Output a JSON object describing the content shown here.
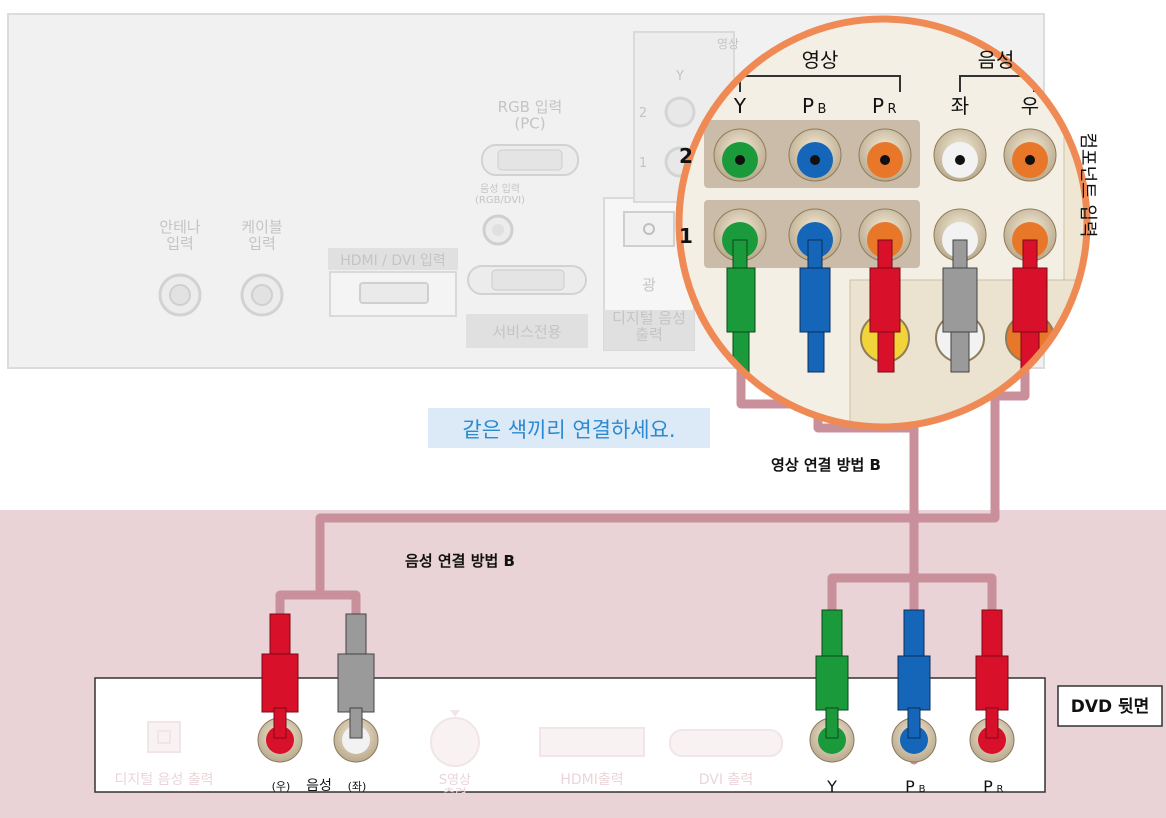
{
  "tv_panel": {
    "antenna_label": "안테나\n입력",
    "cable_label": "케이블\n입력",
    "hdmi_label": "HDMI / DVI 입력",
    "rgb_label": "RGB 입력\n(PC)",
    "audio_in_label": "음성 입력\n(RGB/DVI)",
    "service_label": "서비스전용",
    "optical_label": "광",
    "digital_audio_label": "디지털 음성\n출력",
    "small_video_label": "영상",
    "small_y_label": "Y",
    "small_row2": "2",
    "small_row1": "1"
  },
  "zoom": {
    "video_group": "영상",
    "audio_group": "음성",
    "col_y": "Y",
    "col_pb": "P",
    "col_pb_sub": "B",
    "col_pr": "P",
    "col_pr_sub": "R",
    "col_left": "좌",
    "col_right": "우",
    "row2": "2",
    "row1": "1",
    "side_label": "컴포넌트 입력"
  },
  "instruction": "같은 색끼리 연결하세요.",
  "video_method_label": "영상 연결 방법 B",
  "audio_method_label": "음성 연결 방법 B",
  "dvd": {
    "badge": "DVD 뒷면",
    "digital_audio_out": "디지털 음성 출력",
    "audio_right": "(우)",
    "audio_label": "음성",
    "audio_left": "(좌)",
    "svideo": "S영상\n출력",
    "hdmi_out": "HDMI출력",
    "dvi_out": "DVI 출력",
    "y": "Y",
    "pb": "P",
    "pb_sub": "B",
    "pr": "P",
    "pr_sub": "R"
  },
  "colors": {
    "green": "#1a9a3a",
    "blue": "#1565b8",
    "red": "#d8102a",
    "gray": "#9a9a9a",
    "orange": "#e8772a",
    "zoom_border": "#ef8a55",
    "cable": "#c9909c",
    "pink_area": "#e9d3d6",
    "instruction_bg": "#dceaf7",
    "instruction_text": "#2b8ad0"
  }
}
